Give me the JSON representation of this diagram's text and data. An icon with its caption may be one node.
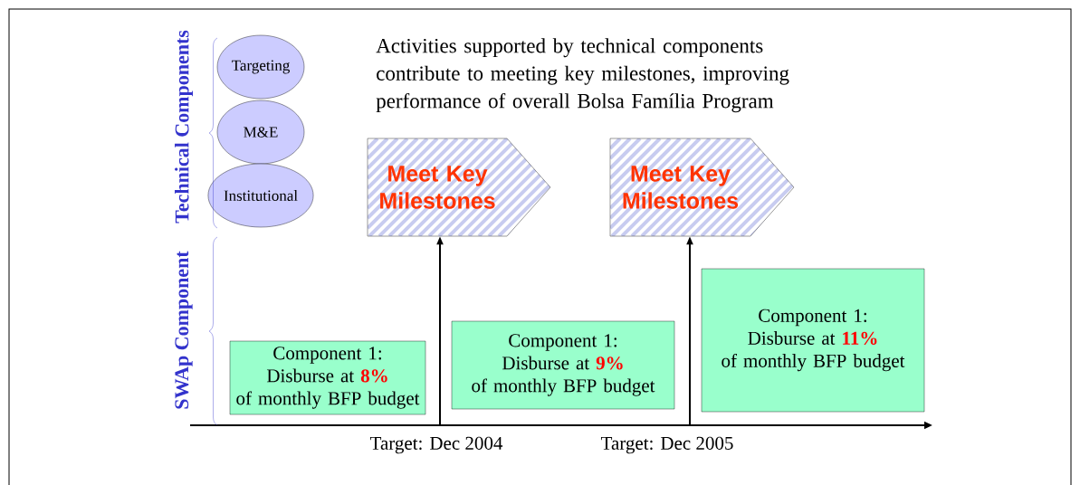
{
  "diagram": {
    "nodes": [
      {
        "text": [
          "Targeting"
        ]
      },
      {
        "text": [
          "M&E"
        ]
      },
      {
        "text": [
          "Institutional"
        ]
      },
      {
        "text": [
          "Meet Key Milestones"
        ]
      },
      {
        "text": [
          "Meet Key Milestones"
        ]
      },
      {
        "text": [
          "Component 1:",
          "Disburse at **8%**",
          "of monthly BFP budget"
        ]
      },
      {
        "text": [
          "Component 1:",
          "Disburse at **9%**",
          "of monthly BFP budget"
        ]
      },
      {
        "text": [
          "Component 1:",
          "Disburse at **11%**",
          "of monthly BFP budget"
        ]
      }
    ],
    "edges": [
      {
        "from": null,
        "to": 3,
        "arrow": "to"
      },
      {
        "from": null,
        "to": 4,
        "arrow": "to"
      }
    ],
    "labels": [
      "Technical Components",
      "Activities supported by technical components contribute to meeting key milestones, improving performance of overall Bolsa Família Program",
      "SWAp Component",
      "Target: Dec 2004",
      "Target: Dec 2005"
    ]
  }
}
